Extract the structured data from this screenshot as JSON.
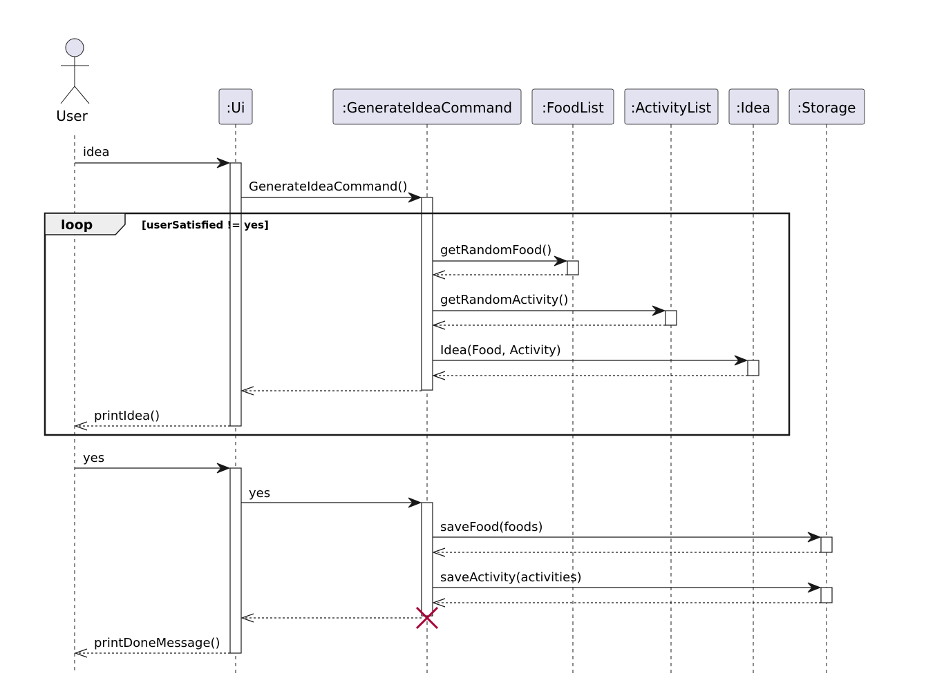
{
  "actor": {
    "label": "User"
  },
  "participants": [
    {
      "id": "ui",
      "label": ":Ui"
    },
    {
      "id": "gen",
      "label": ":GenerateIdeaCommand"
    },
    {
      "id": "food",
      "label": ":FoodList"
    },
    {
      "id": "act",
      "label": ":ActivityList"
    },
    {
      "id": "idea",
      "label": ":Idea"
    },
    {
      "id": "stor",
      "label": ":Storage"
    }
  ],
  "loop": {
    "keyword": "loop",
    "guard": "[userSatisfied != yes]"
  },
  "messages": [
    {
      "id": "m1",
      "label": "idea",
      "from": "user",
      "to": "ui",
      "style": "solid"
    },
    {
      "id": "m2",
      "label": "GenerateIdeaCommand()",
      "from": "ui",
      "to": "gen",
      "style": "solid"
    },
    {
      "id": "m3",
      "label": "getRandomFood()",
      "from": "gen",
      "to": "food",
      "style": "solid"
    },
    {
      "id": "m4",
      "label": "",
      "from": "food",
      "to": "gen",
      "style": "dashed"
    },
    {
      "id": "m5",
      "label": "getRandomActivity()",
      "from": "gen",
      "to": "act",
      "style": "solid"
    },
    {
      "id": "m6",
      "label": "",
      "from": "act",
      "to": "gen",
      "style": "dashed"
    },
    {
      "id": "m7",
      "label": "Idea(Food, Activity)",
      "from": "gen",
      "to": "idea",
      "style": "solid"
    },
    {
      "id": "m8",
      "label": "",
      "from": "idea",
      "to": "gen",
      "style": "dashed"
    },
    {
      "id": "m9",
      "label": "",
      "from": "gen",
      "to": "ui",
      "style": "dashed"
    },
    {
      "id": "m10",
      "label": "printIdea()",
      "from": "ui",
      "to": "user",
      "style": "dashed"
    },
    {
      "id": "m11",
      "label": "yes",
      "from": "user",
      "to": "ui",
      "style": "solid"
    },
    {
      "id": "m12",
      "label": "yes",
      "from": "ui",
      "to": "gen",
      "style": "solid"
    },
    {
      "id": "m13",
      "label": "saveFood(foods)",
      "from": "gen",
      "to": "stor",
      "style": "solid"
    },
    {
      "id": "m14",
      "label": "",
      "from": "stor",
      "to": "gen",
      "style": "dashed"
    },
    {
      "id": "m15",
      "label": "saveActivity(activities)",
      "from": "gen",
      "to": "stor",
      "style": "solid"
    },
    {
      "id": "m16",
      "label": "",
      "from": "stor",
      "to": "gen",
      "style": "dashed"
    },
    {
      "id": "m17",
      "label": "",
      "from": "gen",
      "to": "ui",
      "style": "dashed"
    },
    {
      "id": "m18",
      "label": "printDoneMessage()",
      "from": "ui",
      "to": "user",
      "style": "dashed"
    }
  ],
  "colors": {
    "participant_fill": "#E2E2F0",
    "line": "#181818",
    "destroy": "#A80036"
  }
}
